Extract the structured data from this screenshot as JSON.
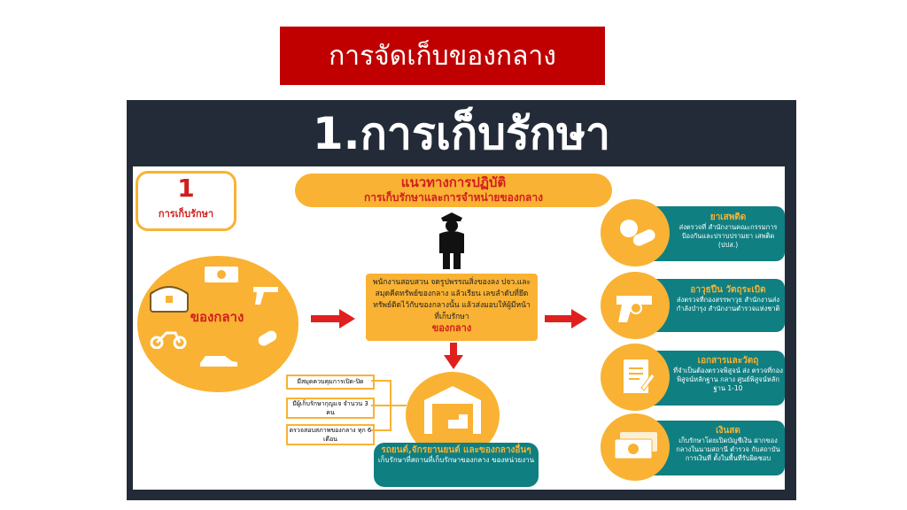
{
  "banner": {
    "title": "การจัดเก็บของกลาง"
  },
  "slide": {
    "heading": "1.การเก็บรักษา"
  },
  "step": {
    "number": "1",
    "label": "การเก็บรักษา"
  },
  "guideline": {
    "title": "แนวทางการปฏิบัติ",
    "subtitle": "การเก็บรักษาและการจำหน่ายของกลาง"
  },
  "evidence_circle": {
    "label": "ของกลาง"
  },
  "procedure": {
    "text": "พนักงานสอบสวน จดรูปพรรณสิ่งของลง ปจว.และสมุดคีตทรัพย์ของกลาง แล้วเรียน เลขลำดับที่ยึดทรัพย์ติดไว้กับของกลางนั้น แล้วส่งมอบให้ผู้มีหน้าที่เก็บรักษา",
    "emphasis": "ของกลาง"
  },
  "checklist": [
    "มีสมุดควบคุมการเปิด-ปิด",
    "มีผู้เก็บรักษากุญแจ จำนวน 3 คน",
    "ตรวจสอบสภาพของกลาง ทุก 6 เดือน"
  ],
  "storage": {
    "title": "รถยนต์,จักรยานยนต์ และของกลางอื่นๆ",
    "text": "เก็บรักษาที่สถานที่เก็บรักษาของกลาง ของหน่วยงาน"
  },
  "categories": [
    {
      "title": "ยาเสพติด",
      "text": "ส่งตรวจที่ สำนักงานคณะกรรมการ ป้องกันและปราบปรามยา เสพติด (ปปส.)",
      "icon": "pills-icon"
    },
    {
      "title": "อาวุธปืน วัตถุระเบิด",
      "text": "ส่งตรวจที่กองสรรพาวุธ สำนักงานส่งกำลังบำรุง สำนักงานตำรวจแห่งชาติ",
      "icon": "gun-icon"
    },
    {
      "title": "เอกสารและวัตถุ",
      "text": "ที่จำเป็นต้องตรวจพิสูจน์ ส่ง ตรวจที่กองพิสูจน์หลักฐาน กลาง ศูนย์พิสูจน์หลักฐาน 1-10",
      "icon": "document-icon"
    },
    {
      "title": "เงินสด",
      "text": "เก็บรักษาโดยเปิดบัญชีเงิน ฝากของกลางในนามสถานี ตำรวจ กับสถาบันการเงินที่ ตั้งในพื้นที่รับผิดชอบ",
      "icon": "cash-icon"
    }
  ],
  "colors": {
    "banner": "#c00000",
    "panel": "#232b38",
    "yellow": "#f9b233",
    "teal": "#0f7f82",
    "arrow": "#e0201e"
  }
}
